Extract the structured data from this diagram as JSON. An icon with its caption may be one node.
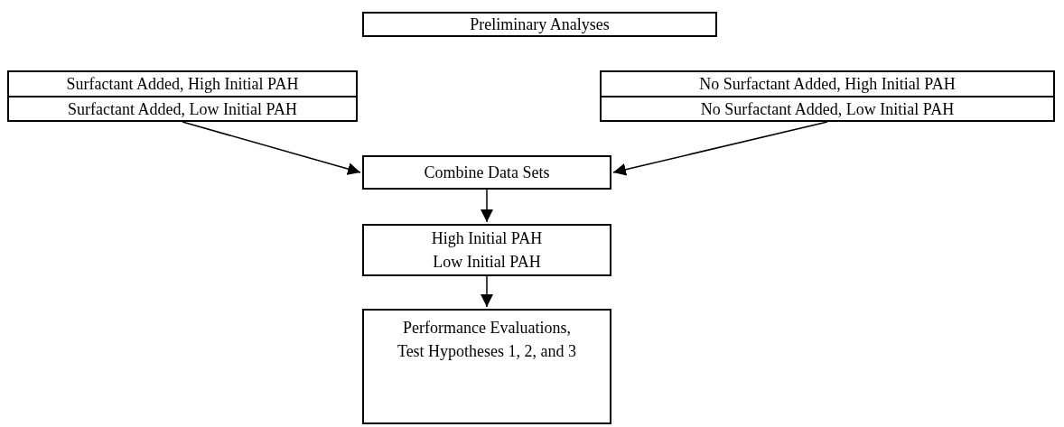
{
  "diagram": {
    "nodes": [
      {
        "text": [
          "Preliminary Analyses"
        ]
      },
      {
        "text": [
          "Surfactant Added, High Initial PAH"
        ]
      },
      {
        "text": [
          "Surfactant Added, Low Initial PAH"
        ]
      },
      {
        "text": [
          "No Surfactant Added, High Initial PAH"
        ]
      },
      {
        "text": [
          "No Surfactant Added, Low Initial PAH"
        ]
      },
      {
        "text": [
          "Combine Data Sets"
        ]
      },
      {
        "text": [
          "High Initial PAH",
          "Low Initial PAH"
        ]
      },
      {
        "text": [
          "Performance Evaluations,",
          "Test Hypotheses 1, 2, and 3"
        ]
      }
    ],
    "edges": [
      {
        "from": 2,
        "to": 5,
        "arrow": "to"
      },
      {
        "from": 4,
        "to": 5,
        "arrow": "to"
      },
      {
        "from": 5,
        "to": 6,
        "arrow": "to"
      },
      {
        "from": 6,
        "to": 7,
        "arrow": "to"
      }
    ]
  }
}
